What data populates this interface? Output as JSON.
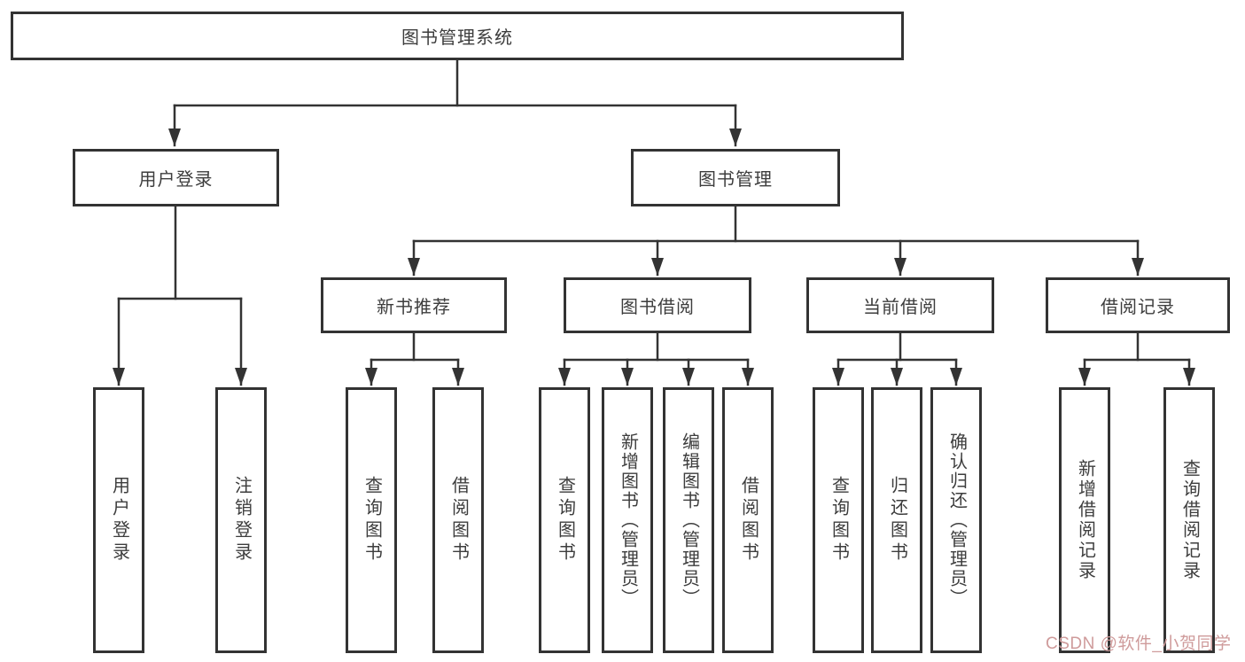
{
  "tree": {
    "root": {
      "label": "图书管理系统",
      "children": [
        {
          "label": "用户登录",
          "children": [
            {
              "label": "用户登录"
            },
            {
              "label": "注销登录"
            }
          ]
        },
        {
          "label": "图书管理",
          "children": [
            {
              "label": "新书推荐",
              "children": [
                {
                  "label": "查询图书"
                },
                {
                  "label": "借阅图书"
                }
              ]
            },
            {
              "label": "图书借阅",
              "children": [
                {
                  "label": "查询图书"
                },
                {
                  "label": "新增图书（管理员）"
                },
                {
                  "label": "编辑图书（管理员）"
                },
                {
                  "label": "借阅图书"
                }
              ]
            },
            {
              "label": "当前借阅",
              "children": [
                {
                  "label": "查询图书"
                },
                {
                  "label": "归还图书"
                },
                {
                  "label": "确认归还（管理员）"
                }
              ]
            },
            {
              "label": "借阅记录",
              "children": [
                {
                  "label": "新增借阅记录"
                },
                {
                  "label": "查询借阅记录"
                }
              ]
            }
          ]
        }
      ]
    }
  },
  "watermark": {
    "text": "CSDN @软件_小贺同学"
  },
  "colors": {
    "line": "#333333",
    "box_border": "#333333",
    "box_background": "#ffffff",
    "text": "#3d3d3d",
    "watermark": "#cf9b9b",
    "page_background": "#ffffff"
  }
}
